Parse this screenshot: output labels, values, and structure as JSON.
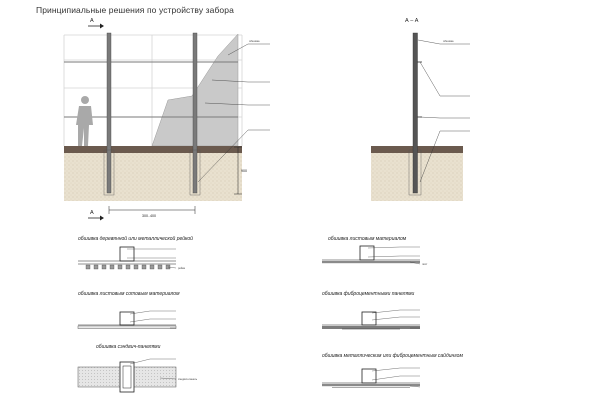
{
  "title": "Принципиальные решения по устройству забора",
  "section_marks": {
    "top": "А",
    "bottom": "А",
    "section_title": "А – А"
  },
  "dimensions": {
    "span": "300..400",
    "depth": "900"
  },
  "elevation_notes": [
    "обшивка",
    "",
    "",
    ""
  ],
  "section_notes": [
    "обшивка",
    "",
    "",
    ""
  ],
  "details": [
    {
      "caption": "обшивка деревянной или металлической рейкой",
      "notes": [
        "",
        "",
        "рейка"
      ]
    },
    {
      "caption": "обшивка листовым материалом",
      "notes": [
        "",
        "",
        "лист"
      ]
    },
    {
      "caption": "обшивка листовым сотовым материалом",
      "notes": [
        "",
        "",
        ""
      ]
    },
    {
      "caption": "обшивка фиброцементными панелями",
      "notes": [
        "",
        "",
        ""
      ]
    },
    {
      "caption": "обшивка сэндвич-панелями",
      "notes": [
        "",
        "сэндвич-панель"
      ]
    },
    {
      "caption": "обшивка металлическим или фиброцементным сайдингом",
      "notes": [
        "",
        "",
        ""
      ]
    }
  ],
  "colors": {
    "line": "#2a2a2a",
    "soil": "#e9e1cf",
    "soil_top": "#6b5a4e",
    "post": "#666666",
    "panel": "#c9c9c9",
    "grid": "#d4d4d4"
  }
}
